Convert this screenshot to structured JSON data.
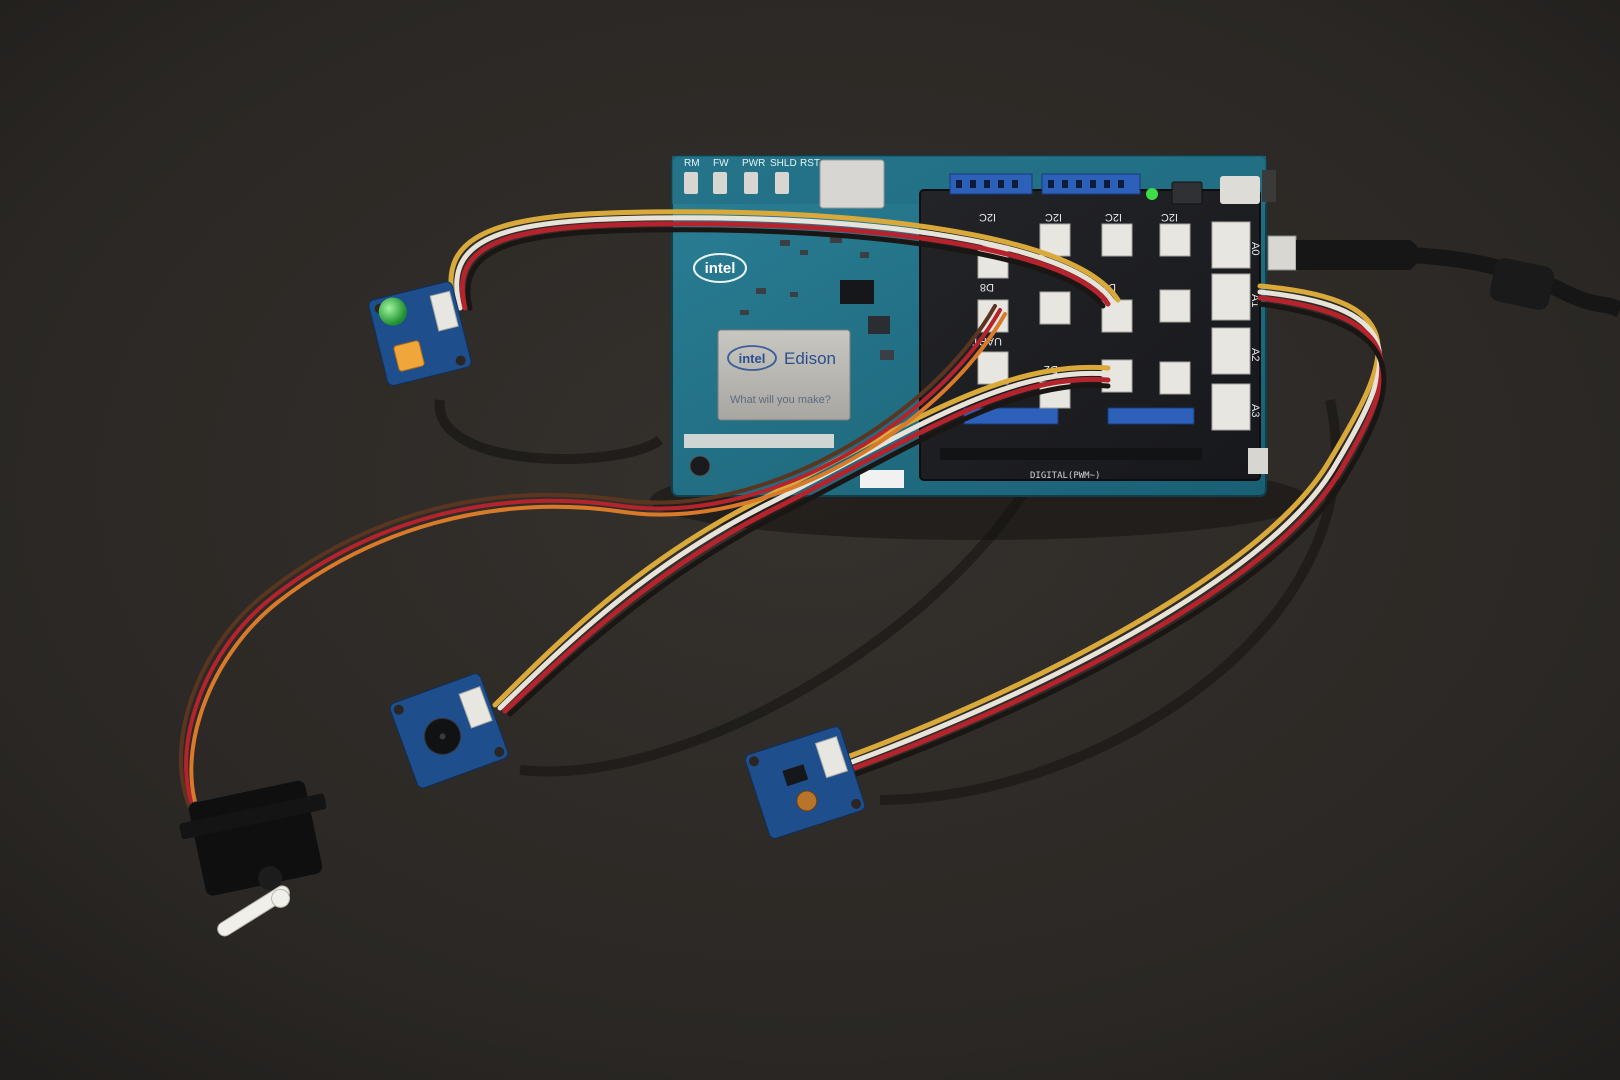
{
  "photo": {
    "colors": {
      "surface": "#2a2724",
      "pcb_blue": "#1f6f86",
      "shield_dark": "#1c1d20",
      "module_blue": "#1e4f8c",
      "wire_yellow": "#d9a93a",
      "wire_white": "#e8e3d8",
      "wire_red": "#b5242d",
      "wire_black": "#1a1614",
      "servo_brown": "#5a3520",
      "servo_orange": "#d87a2a",
      "led_green": "#2fbf3f",
      "usb_black": "#141414"
    }
  },
  "board": {
    "chip_brand": "intel",
    "module_brand": "intel",
    "module_name": "Edison",
    "module_tagline": "What will you make?",
    "led_labels": [
      "RM",
      "FW",
      "PWR",
      "SHLD",
      "RST"
    ],
    "port_labels": [
      "I2C",
      "I2C",
      "I2C",
      "I2C",
      "D8",
      "D7",
      "UART",
      "D2",
      "A0",
      "A1",
      "A2",
      "A3"
    ],
    "header_label": "DIGITAL(PWM~)"
  }
}
